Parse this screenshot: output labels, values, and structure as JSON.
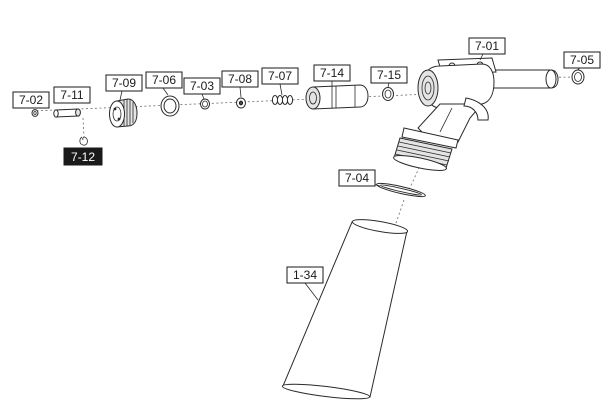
{
  "diagram": {
    "labels": {
      "p7_01": "7-01",
      "p7_02": "7-02",
      "p7_03": "7-03",
      "p7_04": "7-04",
      "p7_05": "7-05",
      "p7_06": "7-06",
      "p7_07": "7-07",
      "p7_08": "7-08",
      "p7_09": "7-09",
      "p7_11": "7-11",
      "p7_12": "7-12",
      "p7_14": "7-14",
      "p7_15": "7-15",
      "p1_34": "1-34"
    },
    "colors": {
      "line": "#2a2a2a",
      "highlight_label_bg": "#1a1a1a",
      "highlight_label_text": "#ffffff"
    }
  }
}
